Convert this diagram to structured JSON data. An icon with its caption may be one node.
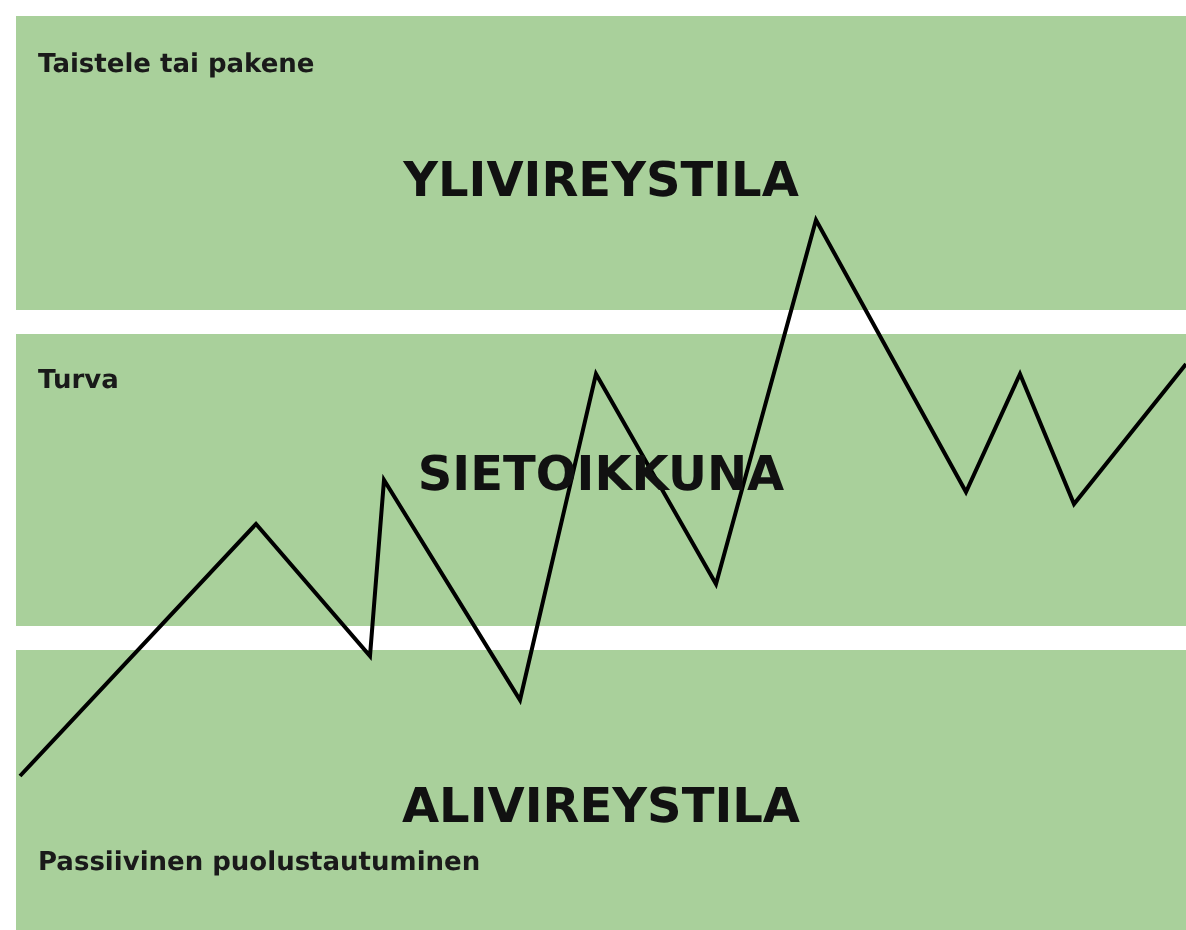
{
  "diagram": {
    "nodes": [
      {
        "text": [
          "Taistele tai pakene",
          "YLIVIREYSTILA"
        ]
      },
      {
        "text": [
          "Turva",
          "SIETOIKKUNA"
        ]
      },
      {
        "text": [
          "ALIVIREYSTILA",
          "Passiivinen puolustautuminen"
        ]
      }
    ]
  }
}
